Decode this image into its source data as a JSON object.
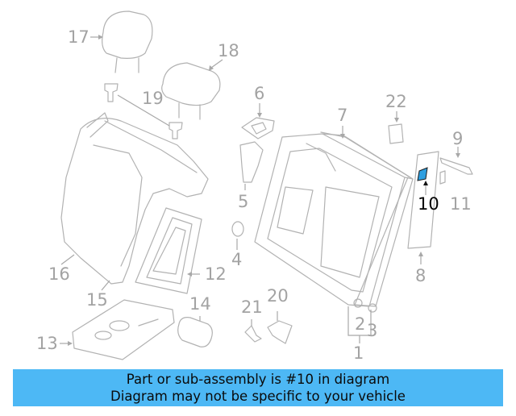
{
  "diagram": {
    "callouts": [
      {
        "id": "17",
        "text": "17"
      },
      {
        "id": "18",
        "text": "18"
      },
      {
        "id": "19",
        "text": "19"
      },
      {
        "id": "6",
        "text": "6"
      },
      {
        "id": "7",
        "text": "7"
      },
      {
        "id": "22",
        "text": "22"
      },
      {
        "id": "9",
        "text": "9"
      },
      {
        "id": "10",
        "text": "10",
        "highlighted": true
      },
      {
        "id": "11",
        "text": "11"
      },
      {
        "id": "5",
        "text": "5"
      },
      {
        "id": "4",
        "text": "4"
      },
      {
        "id": "16",
        "text": "16"
      },
      {
        "id": "12",
        "text": "12"
      },
      {
        "id": "15",
        "text": "15"
      },
      {
        "id": "8",
        "text": "8"
      },
      {
        "id": "14",
        "text": "14"
      },
      {
        "id": "21",
        "text": "21"
      },
      {
        "id": "20",
        "text": "20"
      },
      {
        "id": "2",
        "text": "2"
      },
      {
        "id": "3",
        "text": "3"
      },
      {
        "id": "13",
        "text": "13"
      },
      {
        "id": "1",
        "text": "1"
      }
    ],
    "highlight_color": "#2f9fe0",
    "line_color": "#b2b2b2"
  },
  "banner": {
    "line1": "Part or sub-assembly is #10 in diagram",
    "line2": "Diagram may not be specific to your vehicle",
    "background": "#4db8f5"
  }
}
